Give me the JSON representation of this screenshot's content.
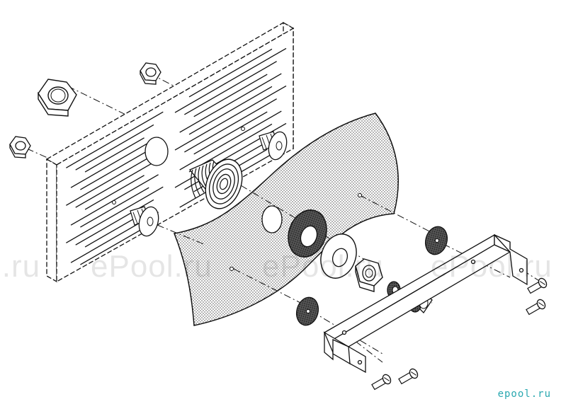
{
  "watermark": {
    "text": "ePool.ru",
    "fragment": "l.ru",
    "color": "#bdbdbd"
  },
  "brand": {
    "text": "epool.ru",
    "color": "#2aa8b0"
  },
  "drawing": {
    "line_color": "#111111",
    "stipple_color": "#1a1a1a",
    "icons": [
      "wall-panel-icon",
      "membrane-liner-icon",
      "hex-nut-icon",
      "bolt-icon",
      "washer-icon",
      "gasket-icon",
      "threaded-nozzle-icon",
      "mounting-bracket-icon",
      "screw-icon"
    ]
  }
}
